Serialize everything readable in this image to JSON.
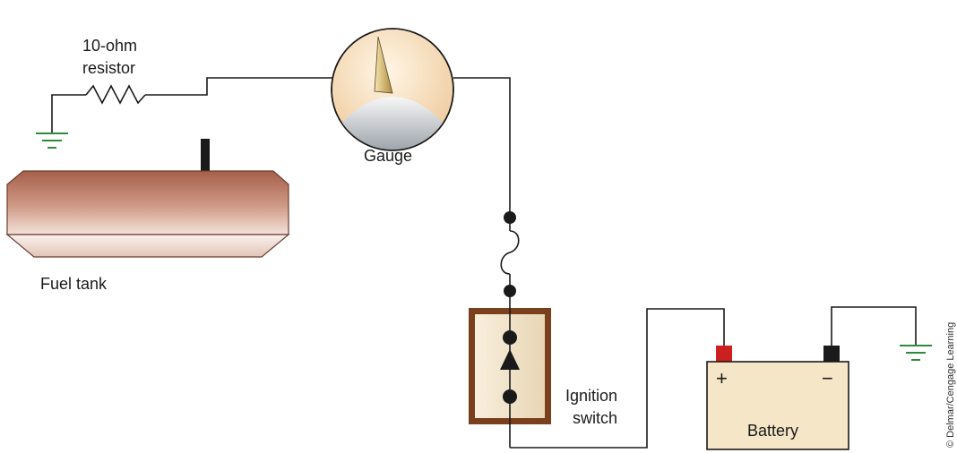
{
  "labels": {
    "resistor_line1": "10-ohm",
    "resistor_line2": "resistor",
    "gauge": "Gauge",
    "fuel_tank": "Fuel tank",
    "ignition_line1": "Ignition",
    "ignition_line2": "switch",
    "battery": "Battery",
    "battery_positive": "+",
    "battery_negative": "−",
    "credit": "© Delmar/Cengage Learning"
  },
  "icons": [
    "ground-symbol",
    "resistor-zigzag",
    "gauge-meter",
    "fuse-symbol",
    "switch-arrow",
    "battery-terminal"
  ],
  "colors": {
    "wire": "#1a1a1a",
    "ground": "#2e8b3a",
    "tank": "#b56e58",
    "switch_fill": "#efe0c2",
    "battery_fill": "#f4e6c6",
    "positive_terminal": "#cc1f1f",
    "negative_terminal": "#1a1a1a"
  }
}
